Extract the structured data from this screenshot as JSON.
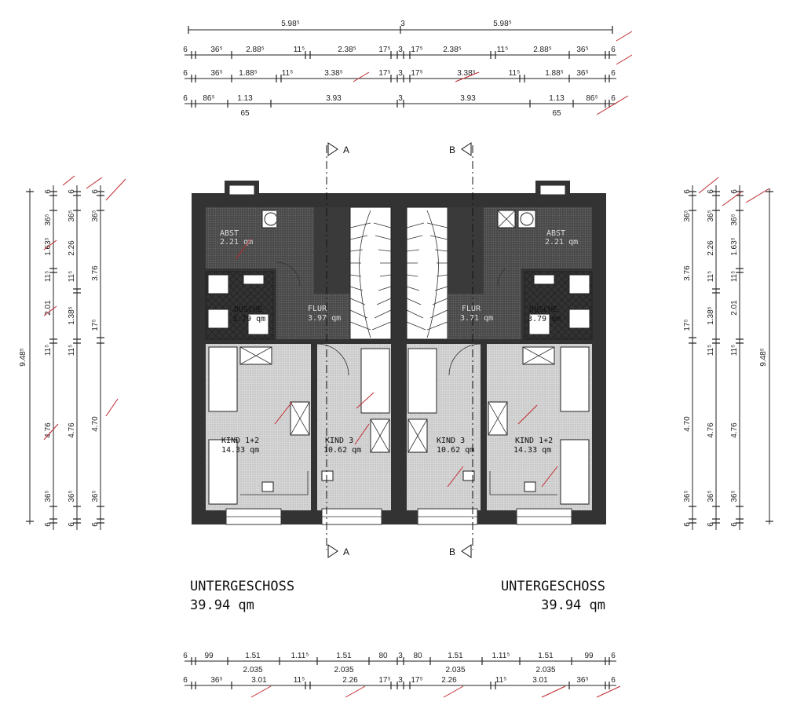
{
  "dims_top": {
    "row1": [
      "5.98⁵",
      "3",
      "5.98⁵"
    ],
    "row2": [
      "6",
      "36⁵",
      "2.88⁵",
      "11⁵",
      "2.38⁵",
      "17⁵",
      "3",
      "17⁵",
      "2.38⁵",
      "11⁵",
      "2.88⁵",
      "36⁵",
      "6"
    ],
    "row3": [
      "6",
      "36⁵",
      "1.88⁵",
      "11⁵",
      "3.38⁵",
      "17⁵",
      "3",
      "17⁵",
      "3.38⁵",
      "11⁵",
      "1.88⁵",
      "36⁵",
      "6"
    ],
    "row4": [
      "6",
      "86⁵",
      "1.13",
      "3.93",
      "3",
      "3.93",
      "1.13",
      "86⁵",
      "6"
    ],
    "row4_sub": [
      "65",
      "65"
    ]
  },
  "dims_left": {
    "overall": "9.48⁵",
    "col1": [
      "6",
      "36⁵",
      "1.63⁵",
      "11⁵",
      "2.01",
      "11⁵",
      "4.76",
      "36⁵",
      "6"
    ],
    "col2": [
      "6",
      "36⁵",
      "2.26",
      "11⁵",
      "1.38⁵",
      "11⁵",
      "4.76",
      "36⁵",
      "6"
    ],
    "col3": [
      "6",
      "36⁵",
      "3.76",
      "17⁵",
      "4.70",
      "36⁵",
      "6"
    ]
  },
  "dims_right": {
    "overall": "9.48⁵",
    "col1": [
      "6",
      "36⁵",
      "3.76",
      "17⁵",
      "4.70",
      "36⁵",
      "6"
    ],
    "col2": [
      "6",
      "36⁵",
      "2.26",
      "11⁵",
      "1.38⁵",
      "11⁵",
      "4.76",
      "36⁵",
      "6"
    ],
    "col3": [
      "6",
      "36⁵",
      "1.63⁵",
      "11⁵",
      "2.01",
      "11⁵",
      "4.76",
      "36⁵",
      "6"
    ]
  },
  "dims_bottom": {
    "row1": [
      "6",
      "99",
      "1.51",
      "1.11⁵",
      "1.51",
      "80",
      "3",
      "80",
      "1.51",
      "1.11⁵",
      "1.51",
      "99",
      "6"
    ],
    "row1_sub": [
      "2.035",
      "2.035",
      "2.035",
      "2.035"
    ],
    "row2": [
      "6",
      "36⁵",
      "3.01",
      "11⁵",
      "2.26",
      "17⁵",
      "3",
      "17⁵",
      "2.26",
      "11⁵",
      "3.01",
      "36⁵",
      "6"
    ]
  },
  "sections": {
    "a_top": "A",
    "b_top": "B",
    "a_bottom": "A",
    "b_bottom": "B"
  },
  "rooms": {
    "left": {
      "abst_name": "ABST",
      "abst_area": "2.21 qm",
      "dusche_name": "DUSCHE",
      "dusche_area": "3.79 qm",
      "flur_name": "FLUR",
      "flur_area": "3.97 qm",
      "kind12_name": "KIND 1+2",
      "kind12_area": "14.33 qm",
      "kind3_name": "KIND 3",
      "kind3_area": "10.62 qm"
    },
    "right": {
      "abst_name": "ABST",
      "abst_area": "2.21 qm",
      "dusche_name": "DUSCHE",
      "dusche_area": "3.79 qm",
      "flur_name": "FLUR",
      "flur_area": "3.71 qm",
      "kind12_name": "KIND 1+2",
      "kind12_area": "14.33 qm",
      "kind3_name": "KIND 3",
      "kind3_area": "10.62 qm"
    }
  },
  "titles": {
    "left_name": "UNTERGESCHOSS",
    "left_area": "39.94 qm",
    "right_name": "UNTERGESCHOSS",
    "right_area": "39.94 qm"
  }
}
